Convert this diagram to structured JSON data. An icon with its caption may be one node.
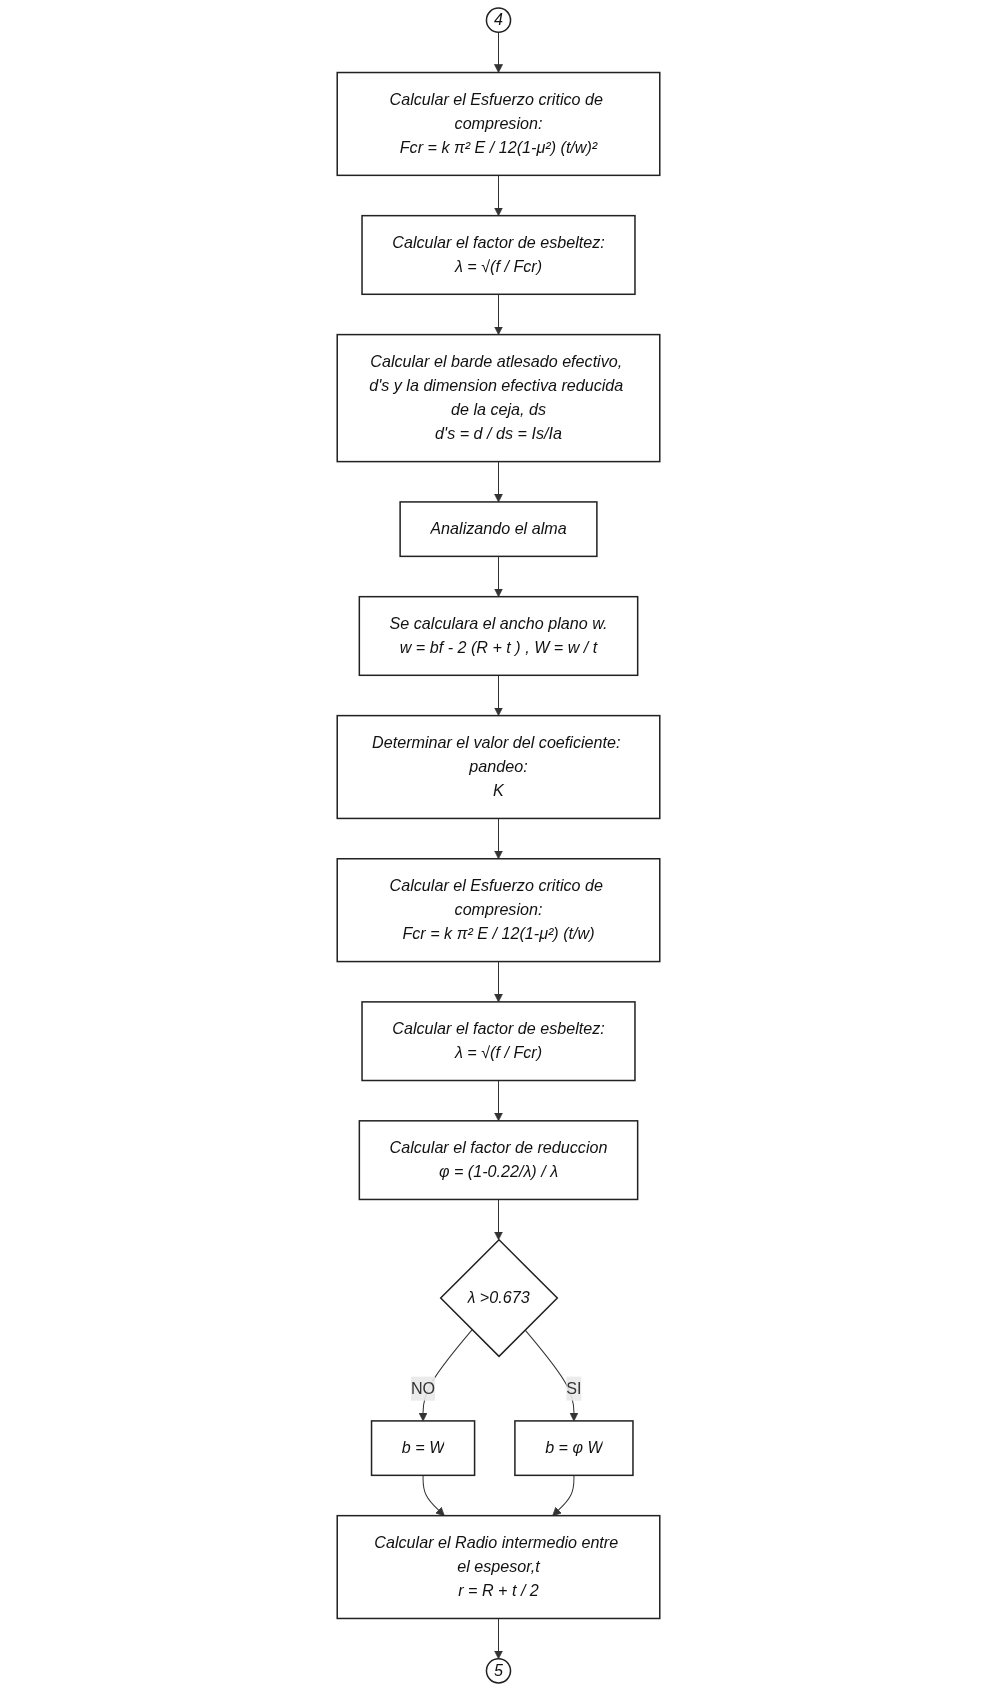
{
  "diagram": {
    "nodes": [
      {
        "text": [
          "4"
        ]
      },
      {
        "text": [
          "Calcular el Esfuerzo critico de compresion:",
          "Fcr = k π² E / 12(1-μ²) (t/w)²"
        ]
      },
      {
        "text": [
          "Calcular el factor de esbeltez:",
          "λ = √(f / Fcr)"
        ]
      },
      {
        "text": [
          "Calcular el barde atlesado efectivo, d's y la dimension efectiva reducida de la ceja, ds",
          "d's = d / ds = Is/Ia"
        ]
      },
      {
        "text": [
          "Analizando el alma"
        ]
      },
      {
        "text": [
          "Se calculara el ancho plano w.",
          "w = bf - 2 (R + t ) , W = w / t"
        ]
      },
      {
        "text": [
          "Determinar el valor del coeficiente: pandeo:",
          "K"
        ]
      },
      {
        "text": [
          "Calcular el Esfuerzo critico de compresion:",
          "Fcr = k π² E / 12(1-μ²) (t/w)"
        ]
      },
      {
        "text": [
          "Calcular el factor de esbeltez:",
          "λ = √(f / Fcr)"
        ]
      },
      {
        "text": [
          "Calcular el factor de reduccion",
          "φ = (1-0.22/λ) / λ"
        ]
      },
      {
        "text": [
          "λ >0.673"
        ]
      },
      {
        "text": [
          "b = W"
        ]
      },
      {
        "text": [
          "b = φ W"
        ]
      },
      {
        "text": [
          "Calcular el Radio intermedio entre el espesor,t",
          "r = R + t / 2"
        ]
      },
      {
        "text": [
          "5"
        ]
      }
    ],
    "edges": [
      {
        "from": 0,
        "to": 1,
        "arrow": "to"
      },
      {
        "from": 1,
        "to": 2,
        "arrow": "to"
      },
      {
        "from": 2,
        "to": 3,
        "arrow": "to"
      },
      {
        "from": 3,
        "to": 4,
        "arrow": "to"
      },
      {
        "from": 4,
        "to": 5,
        "arrow": "to"
      },
      {
        "from": 5,
        "to": 6,
        "arrow": "to"
      },
      {
        "from": 6,
        "to": 7,
        "arrow": "to"
      },
      {
        "from": 7,
        "to": 8,
        "arrow": "to"
      },
      {
        "from": 8,
        "to": 9,
        "arrow": "to"
      },
      {
        "from": 9,
        "to": 10,
        "arrow": "to"
      },
      {
        "from": 10,
        "to": 11,
        "label": "NO",
        "arrow": "to"
      },
      {
        "from": 10,
        "to": 12,
        "label": "SI",
        "arrow": "to"
      },
      {
        "from": 11,
        "to": 13,
        "arrow": "to"
      },
      {
        "from": 12,
        "to": 13,
        "arrow": "to"
      },
      {
        "from": 13,
        "to": 14,
        "arrow": "to"
      }
    ]
  }
}
